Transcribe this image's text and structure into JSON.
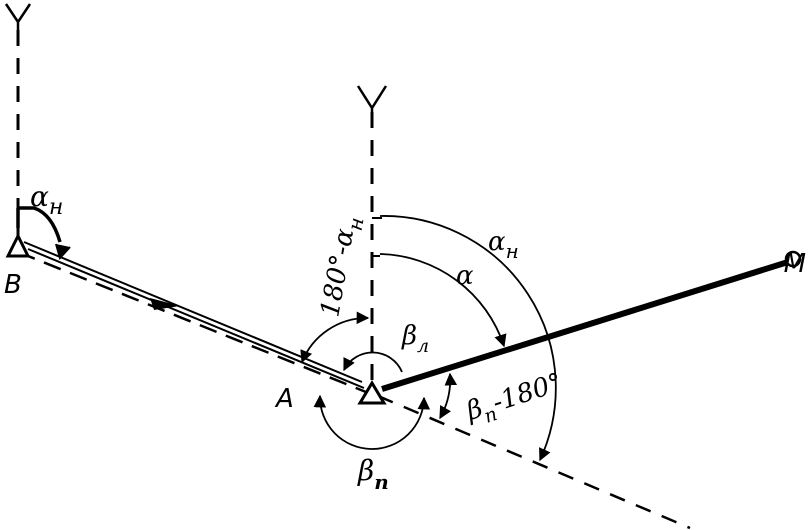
{
  "labels": {
    "point_b": "B",
    "point_a": "A",
    "point_m": "M",
    "axis_y_left": "Y",
    "axis_y_center": "Y",
    "alpha_n_at_b": {
      "symbol": "α",
      "sub": "н"
    },
    "alpha_n_at_a": {
      "symbol": "α",
      "sub": "н"
    },
    "alpha": "α",
    "beta_l": {
      "symbol": "β",
      "sub": "л"
    },
    "beta_p": {
      "symbol": "β",
      "sub": "п"
    },
    "beta_p_minus_180": {
      "symbol": "β",
      "sub": "п",
      "suffix": "-180°"
    },
    "angle_180_minus_alpha_n": {
      "prefix": "180°-",
      "symbol": "α",
      "sub": "н"
    }
  },
  "colors": {
    "ink": "#000000",
    "paper": "#ffffff"
  }
}
